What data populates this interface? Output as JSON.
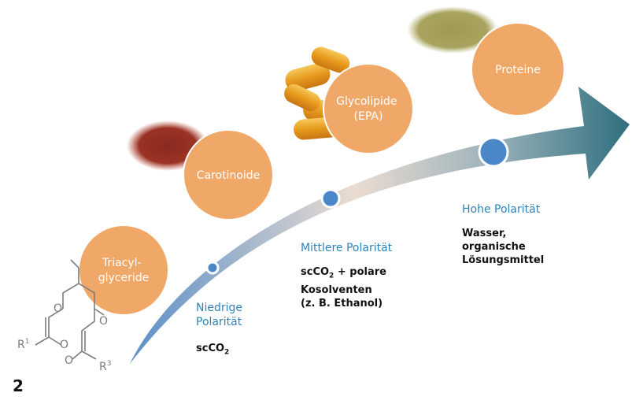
{
  "figure_number": "2",
  "circles": [
    {
      "id": "triacylglyceride",
      "lines": [
        "Triacyl-",
        "glyceride"
      ]
    },
    {
      "id": "carotinoide",
      "lines": [
        "Carotinoide"
      ]
    },
    {
      "id": "glycolipide",
      "lines": [
        "Glycolipide",
        "(EPA)"
      ]
    },
    {
      "id": "proteine",
      "lines": [
        "Proteine"
      ]
    }
  ],
  "polarity_stages": [
    {
      "polarity": [
        "Niedrige",
        "Polarität"
      ],
      "solvent": {
        "main": "scCO",
        "sub": "2",
        "rest": ""
      }
    },
    {
      "polarity": [
        "Mittlere Polarität"
      ],
      "solvent": {
        "main": "scCO",
        "sub": "2",
        "rest": " + polare",
        "extra": [
          "Kosolventen",
          "(z. B. Ethanol)"
        ]
      }
    },
    {
      "polarity": [
        "Hohe Polarität"
      ],
      "solvent": {
        "lines": [
          "Wasser,",
          "organische",
          "Lösungsmittel"
        ]
      }
    }
  ],
  "structure_labels": {
    "r1": "R",
    "r1_sup": "1",
    "r3": "R",
    "r3_sup": "3",
    "o": "O"
  },
  "colors": {
    "circle_fill": "#f0a868",
    "circle_stroke": "#ffffff",
    "dot_fill": "#4a87c8",
    "arrow_start": "#5b8fc8",
    "arrow_mid": "#e8d6c8",
    "arrow_end": "#2f6f7e",
    "polarity_text": "#2e83b8"
  }
}
